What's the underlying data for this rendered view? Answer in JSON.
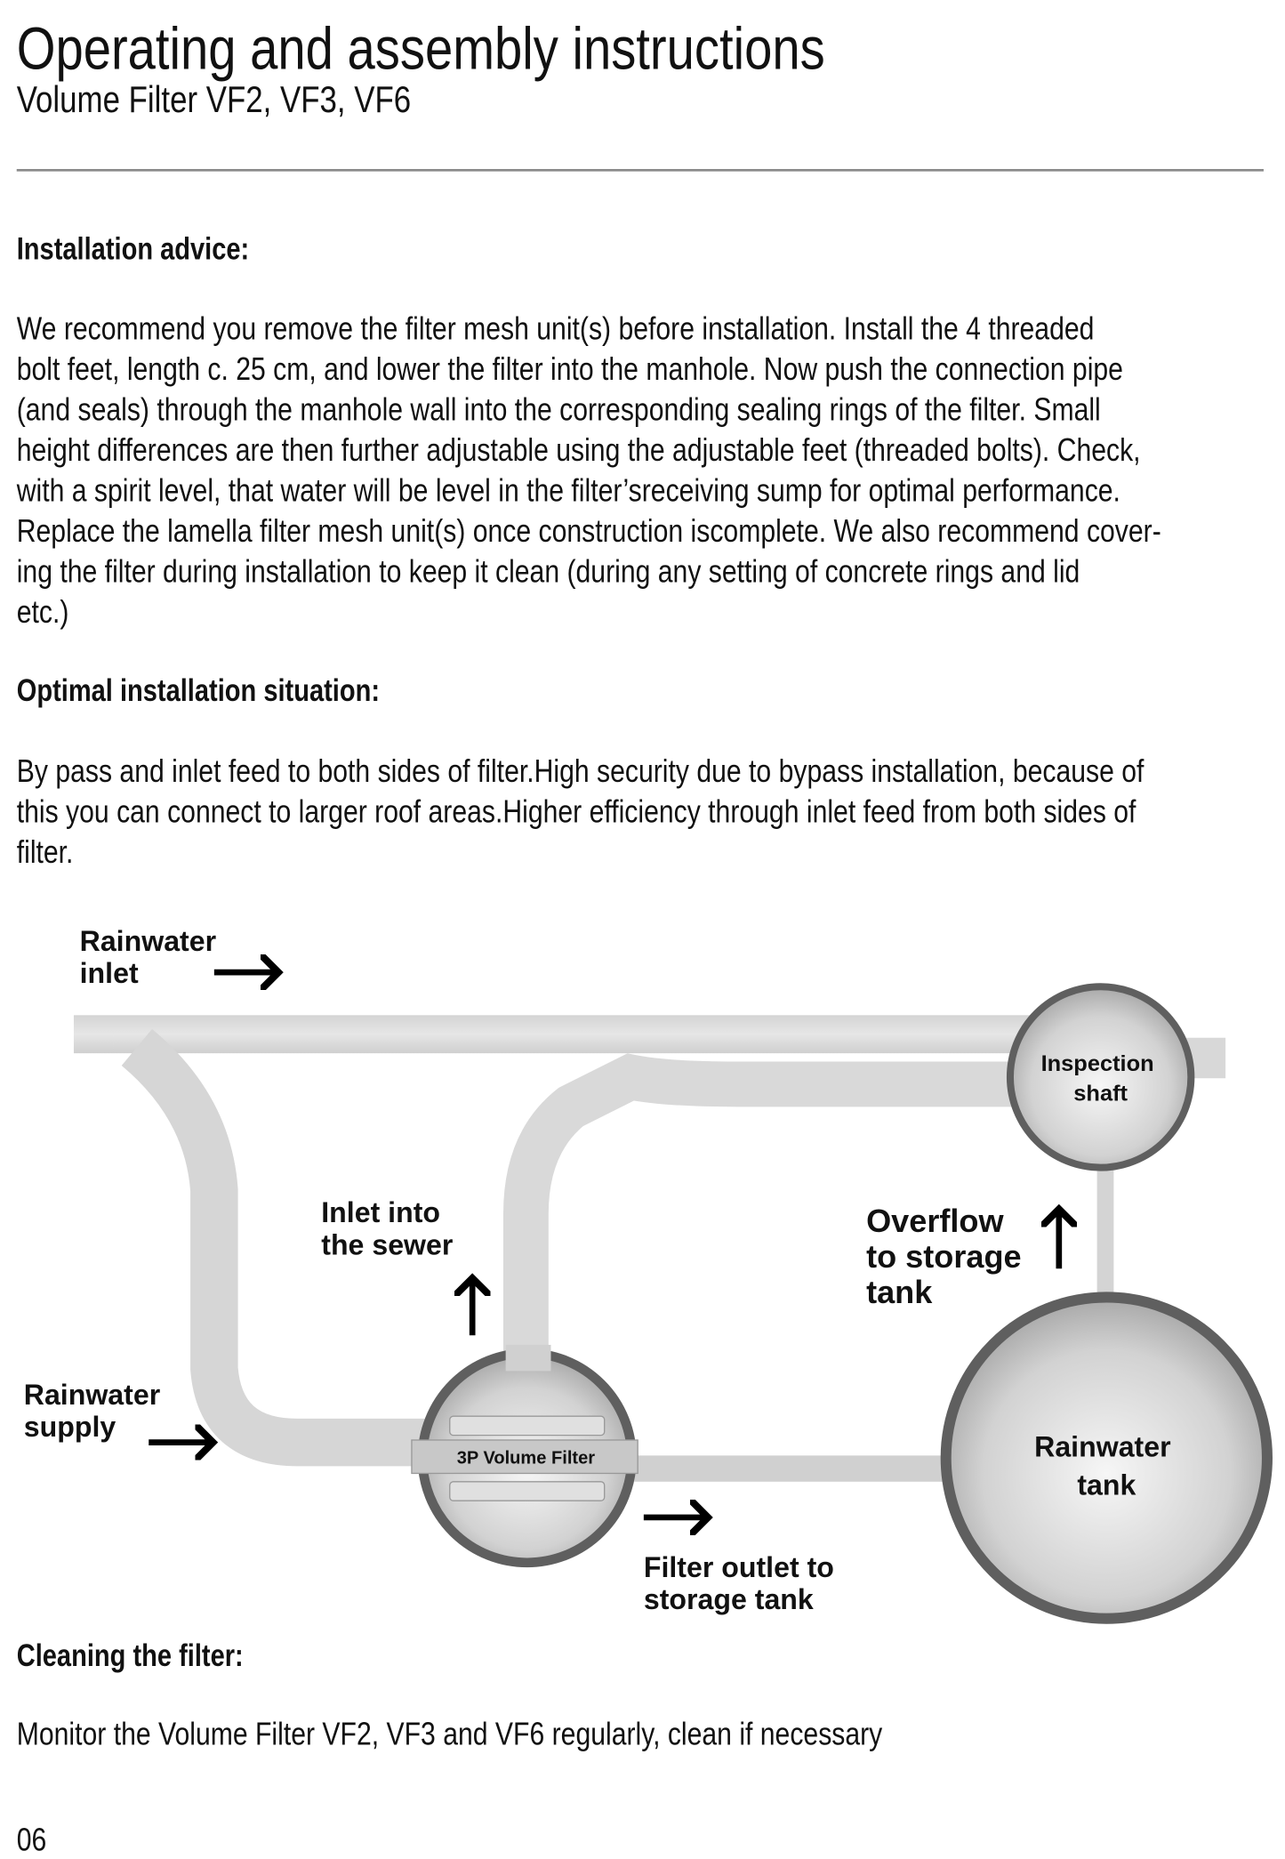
{
  "header": {
    "title": "Operating and assembly instructions",
    "subtitle": "Volume Filter VF2, VF3, VF6"
  },
  "installation": {
    "heading": "Installation advice:",
    "lines": [
      "We recommend you remove the filter mesh unit(s) before installation. Install the 4 threaded",
      "bolt feet, length c. 25 cm, and lower the filter into the manhole. Now push the connection pipe",
      "(and seals) through the manhole wall into the corresponding sealing rings of the filter. Small",
      "height differences are then further adjustable using the adjustable feet (threaded bolts). Check,",
      "with a spirit level, that water will be level in the filter’sreceiving sump for optimal performance.",
      "Replace the lamella filter mesh unit(s) once construction iscomplete. We also recommend cover-",
      "ing the filter during installation to keep it clean (during any setting of concrete rings and lid",
      "etc.)"
    ]
  },
  "optimal": {
    "heading": "Optimal installation situation:",
    "lines": [
      "By pass and inlet feed to both sides of filter.High security due to bypass installation, because of",
      "this you can connect to larger roof areas.Higher efficiency through inlet feed from both sides of",
      "filter."
    ]
  },
  "diagram": {
    "rainwater_inlet": [
      "Rainwater",
      "inlet"
    ],
    "inlet_sewer": [
      "Inlet into",
      "the sewer"
    ],
    "overflow": [
      "Overflow",
      "to storage",
      "tank"
    ],
    "rainwater_supply": [
      "Rainwater",
      "supply"
    ],
    "filter_outlet": [
      "Filter outlet to",
      "storage tank"
    ],
    "inspection_shaft": [
      "Inspection",
      "shaft"
    ],
    "filter_label": "3P Volume Filter",
    "tank": [
      "Rainwater",
      "tank"
    ]
  },
  "cleaning": {
    "heading": "Cleaning the filter:",
    "text": "Monitor the Volume Filter VF2, VF3 and VF6 regularly, clean if necessary"
  },
  "footer": {
    "page_number": "06"
  }
}
